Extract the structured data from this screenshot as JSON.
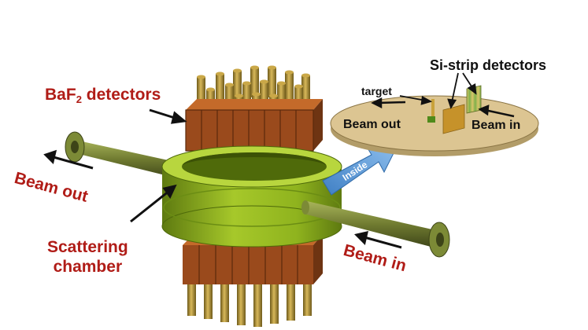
{
  "labels": {
    "baf2_prefix": "BaF",
    "baf2_subscript": "2",
    "baf2_suffix": " detectors",
    "beam_out": "Beam out",
    "beam_in": "Beam in",
    "scattering_line1": "Scattering",
    "scattering_line2": "chamber",
    "inside": "Inside"
  },
  "inset": {
    "si_strip": "Si-strip detectors",
    "target": "target",
    "beam_out": "Beam out",
    "beam_in": "Beam in"
  },
  "colors": {
    "label_red": "#b01c17",
    "chamber_green": "#8fb31e",
    "pipe_olive": "#6f7a30",
    "detector_brown": "#9a4a1c",
    "rod_gold": "#a88a2c",
    "disc_tan": "#d7c18e",
    "inside_arrow_blue": "#5b9bd5"
  }
}
